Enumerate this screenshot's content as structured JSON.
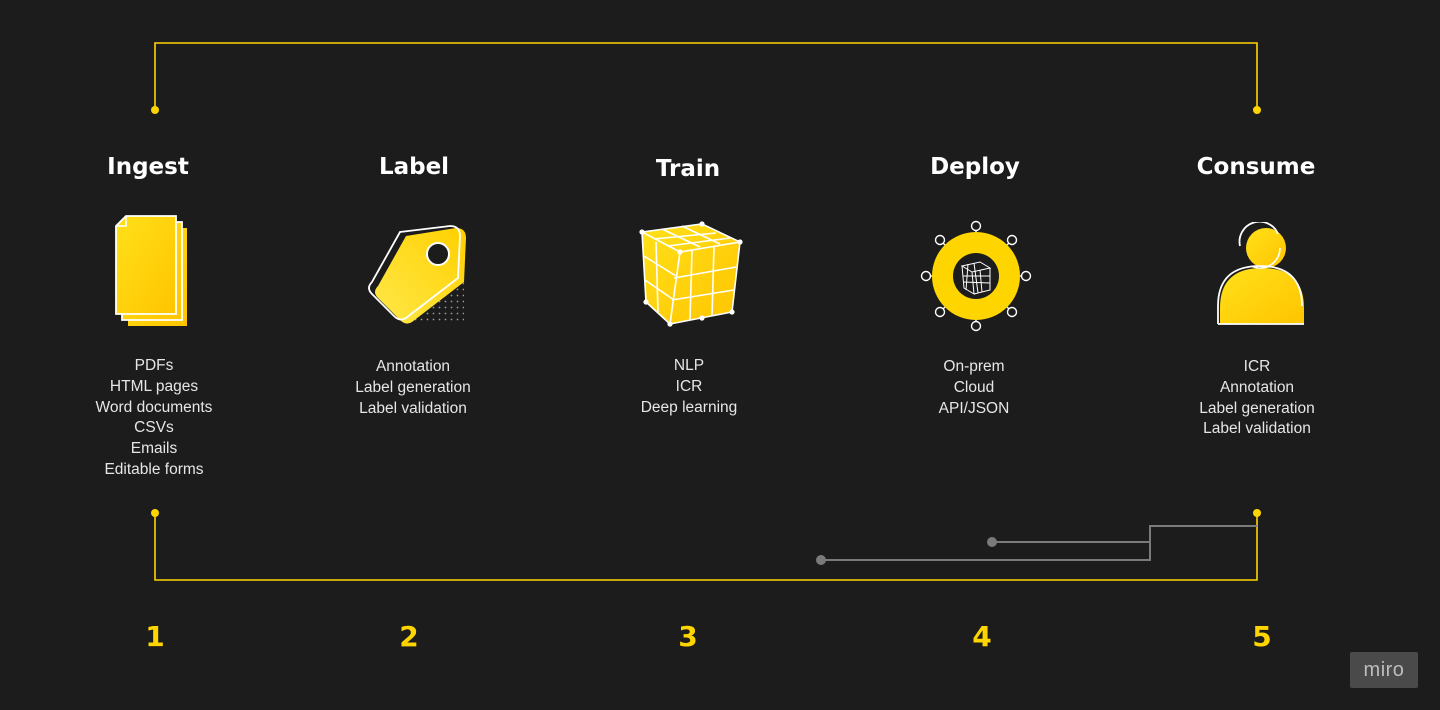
{
  "colors": {
    "background": "#1c1c1c",
    "accent": "#ffd500",
    "connector": "#7a7a7a",
    "text": "#ffffff"
  },
  "stages": [
    {
      "title": "Ingest",
      "number": "1",
      "icon": "documents-icon",
      "items": [
        "PDFs",
        "HTML pages",
        "Word documents",
        "CSVs",
        "Emails",
        "Editable forms"
      ]
    },
    {
      "title": "Label",
      "number": "2",
      "icon": "tag-icon",
      "items": [
        "Annotation",
        "Label generation",
        "Label validation"
      ]
    },
    {
      "title": "Train",
      "number": "3",
      "icon": "wireframe-cube-icon",
      "items": [
        "NLP",
        "ICR",
        "Deep learning"
      ]
    },
    {
      "title": "Deploy",
      "number": "4",
      "icon": "network-cube-icon",
      "items": [
        "On-prem",
        "Cloud",
        "API/JSON"
      ]
    },
    {
      "title": "Consume",
      "number": "5",
      "icon": "user-icon",
      "items": [
        "ICR",
        "Annotation",
        "Label generation",
        "Label validation"
      ]
    }
  ],
  "watermark": "miro"
}
